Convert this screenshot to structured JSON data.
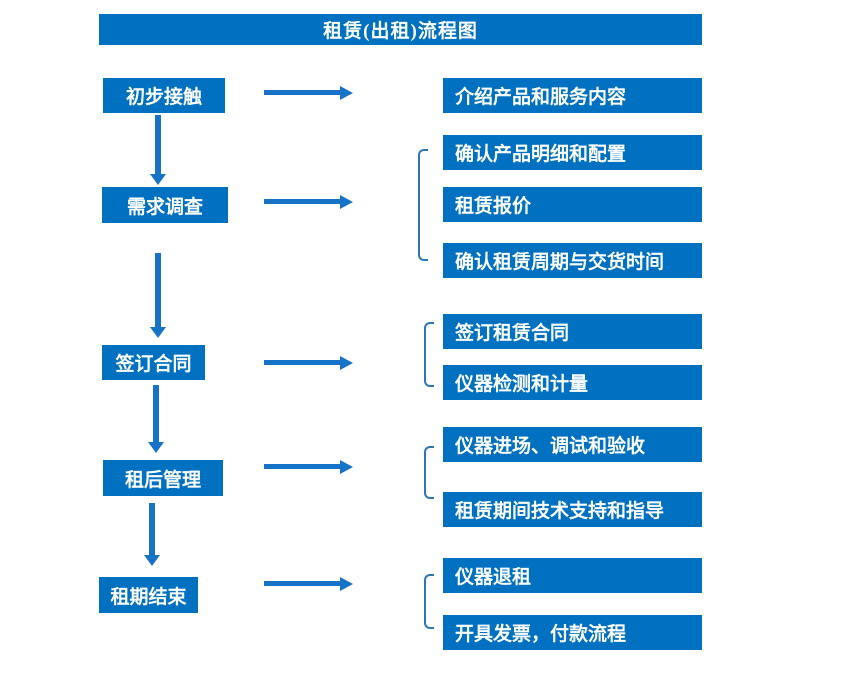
{
  "title": "租赁(出租)流程图",
  "colors": {
    "box_fill": "#0070C0",
    "arrow": "#1673C8",
    "bracket": "#2E75B6",
    "text_on_blue": "#FFFFFF"
  },
  "steps": [
    {
      "label": "初步接触",
      "details": [
        "介绍产品和服务内容"
      ]
    },
    {
      "label": "需求调查",
      "details": [
        "确认产品明细和配置",
        "租赁报价",
        "确认租赁周期与交货时间"
      ]
    },
    {
      "label": "签订合同",
      "details": [
        "签订租赁合同",
        "仪器检测和计量"
      ]
    },
    {
      "label": "租后管理",
      "details": [
        "仪器进场、调试和验收",
        "租赁期间技术支持和指导"
      ]
    },
    {
      "label": "租期结束",
      "details": [
        "仪器退租",
        "开具发票，付款流程"
      ]
    }
  ]
}
